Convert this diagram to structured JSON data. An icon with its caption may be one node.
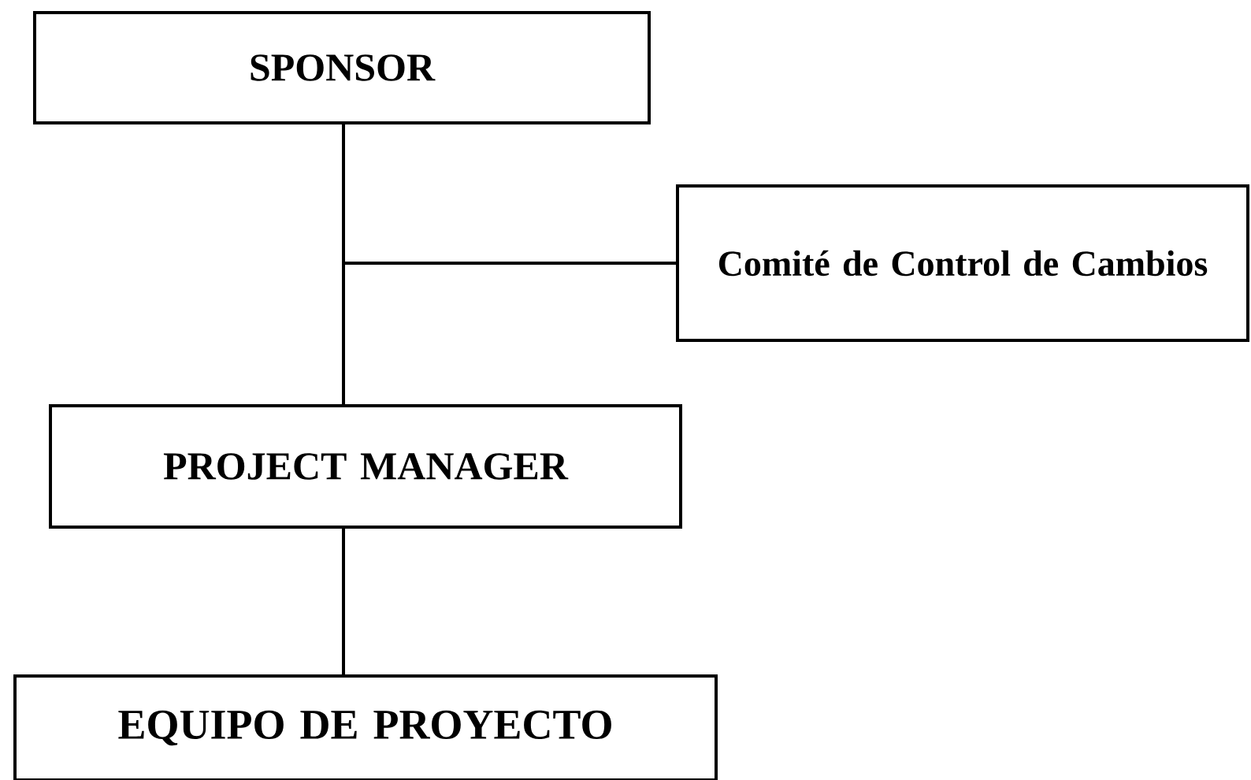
{
  "diagram": {
    "nodes": [
      {
        "text": [
          "SPONSOR"
        ]
      },
      {
        "text": [
          "Comité de Control de Cambios"
        ]
      },
      {
        "text": [
          "PROJECT MANAGER"
        ]
      },
      {
        "text": [
          "EQUIPO DE PROYECTO"
        ]
      }
    ],
    "edges": [
      {
        "from": 0,
        "to": 2,
        "arrow": "none"
      },
      {
        "from": 1,
        "to": 0,
        "arrow": "none"
      },
      {
        "from": 1,
        "to": 2,
        "arrow": "none"
      },
      {
        "from": 2,
        "to": 3,
        "arrow": "none"
      }
    ]
  }
}
